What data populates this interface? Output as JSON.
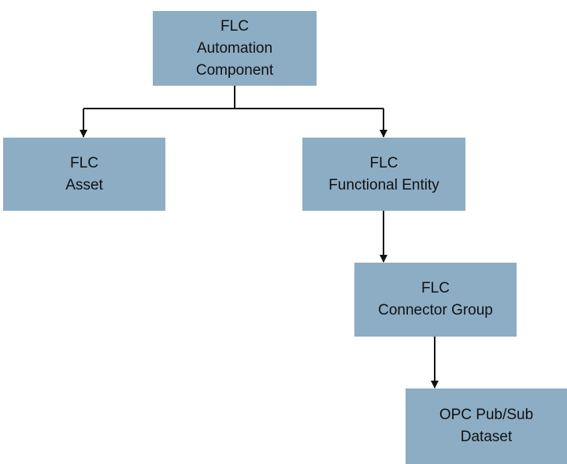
{
  "colors": {
    "box": "#8cadc4",
    "connector": "#111111",
    "text": "#111111"
  },
  "nodes": {
    "automation_component": {
      "line1": "FLC",
      "line2": "Automation",
      "line3": "Component"
    },
    "asset": {
      "line1": "FLC",
      "line2": "Asset"
    },
    "functional_entity": {
      "line1": "FLC",
      "line2": "Functional Entity"
    },
    "connector_group": {
      "line1": "FLC",
      "line2": "Connector Group"
    },
    "opc_dataset": {
      "line1": "OPC Pub/Sub",
      "line2": "Dataset"
    }
  },
  "edges": [
    {
      "from": "automation_component",
      "to": "asset"
    },
    {
      "from": "automation_component",
      "to": "functional_entity"
    },
    {
      "from": "functional_entity",
      "to": "connector_group"
    },
    {
      "from": "connector_group",
      "to": "opc_dataset"
    }
  ]
}
